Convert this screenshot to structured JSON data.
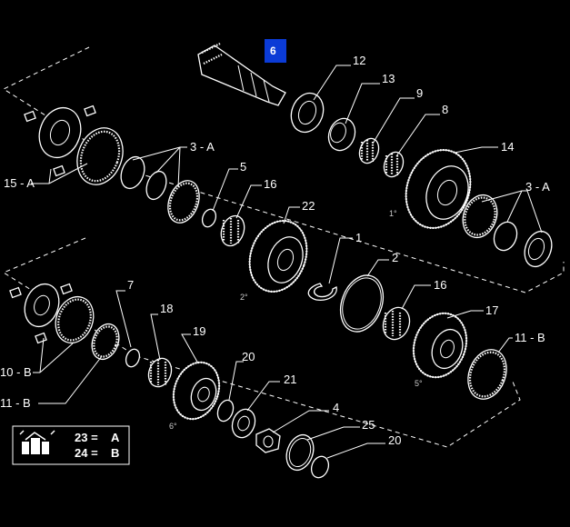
{
  "highlighted_part": "6",
  "callouts": [
    "12",
    "13",
    "9",
    "8",
    "14",
    "3 - A",
    "5",
    "16",
    "22",
    "3 - A",
    "1",
    "2",
    "16",
    "17",
    "11 - B",
    "15 - A",
    "7",
    "18",
    "19",
    "20",
    "21",
    "4",
    "25",
    "20",
    "10 - B",
    "11 - B"
  ],
  "gear_positions": [
    "1°",
    "2°",
    "5°",
    "6°"
  ],
  "legend": {
    "rows": [
      {
        "key": "23 =",
        "value": "A"
      },
      {
        "key": "24 =",
        "value": "B"
      }
    ]
  }
}
